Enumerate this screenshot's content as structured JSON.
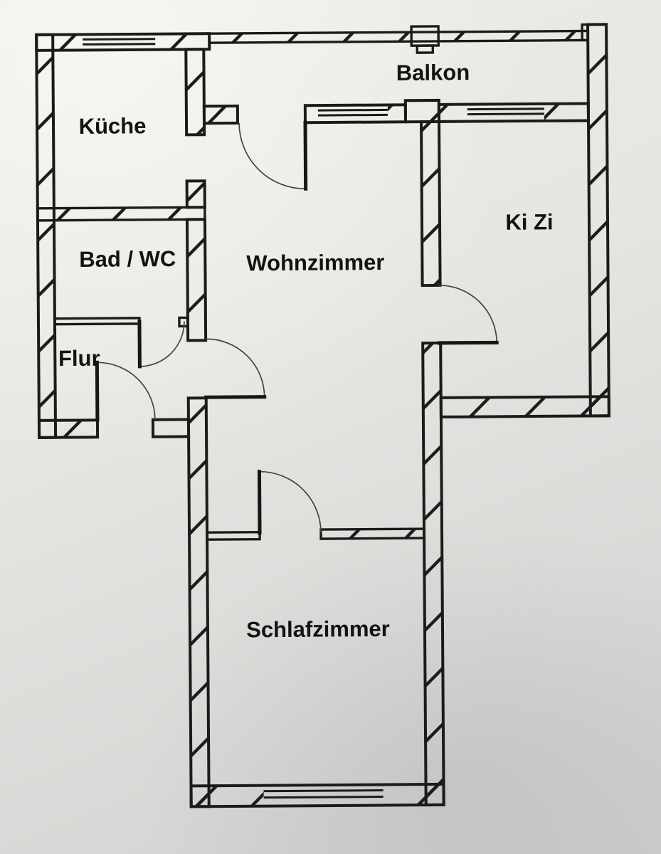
{
  "floor_plan": {
    "rooms": [
      {
        "id": "kueche",
        "label": "Küche"
      },
      {
        "id": "balkon",
        "label": "Balkon"
      },
      {
        "id": "bad-wc",
        "label": "Bad / WC"
      },
      {
        "id": "flur",
        "label": "Flur"
      },
      {
        "id": "wohnzimmer",
        "label": "Wohnzimmer"
      },
      {
        "id": "kinderzimmer",
        "label": "Ki Zi"
      },
      {
        "id": "schlafzimmer",
        "label": "Schlafzimmer"
      }
    ],
    "colors": {
      "paper": "#e6e7e3",
      "ink": "#1b1b19",
      "door_arc": "#45443f"
    }
  }
}
